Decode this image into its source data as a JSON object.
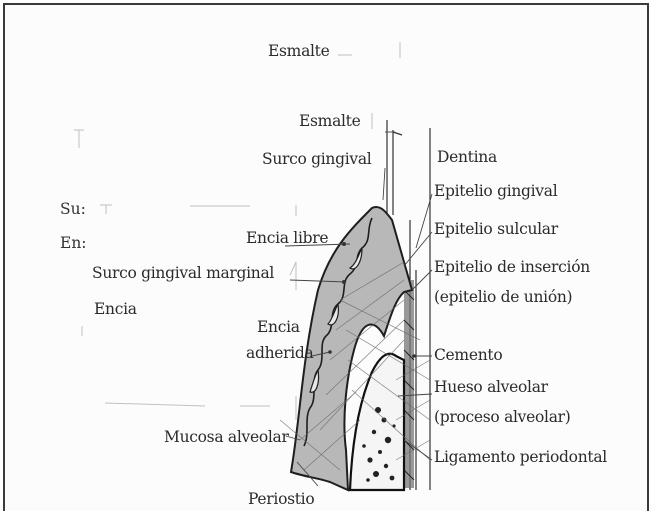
{
  "labels": {
    "esmalte_top": "Esmalte",
    "esmalte": "Esmalte",
    "surco_gingival": "Surco gingival",
    "dentina": "Dentina",
    "epitelio_gingival": "Epitelio gingival",
    "epitelio_sulcular": "Epitelio sulcular",
    "encia_libre": "Encia libre",
    "epitelio_insercion_1": "Epitelio de inserción",
    "epitelio_insercion_2": "(epitelio de unión)",
    "surco_gingival_marginal": "Surco gingival marginal",
    "encia": "Encia",
    "encia_adherida_1": "Encia",
    "encia_adherida_2": "adherida",
    "cemento": "Cemento",
    "hueso_alveolar_1": "Hueso alveolar",
    "hueso_alveolar_2": "(proceso alveolar)",
    "mucosa_alveolar": "Mucosa alveolar",
    "ligamento_periodontal": "Ligamento periodontal",
    "periostio": "Periostio"
  },
  "fragments": {
    "left_1": "Su:",
    "left_2": "En:"
  }
}
